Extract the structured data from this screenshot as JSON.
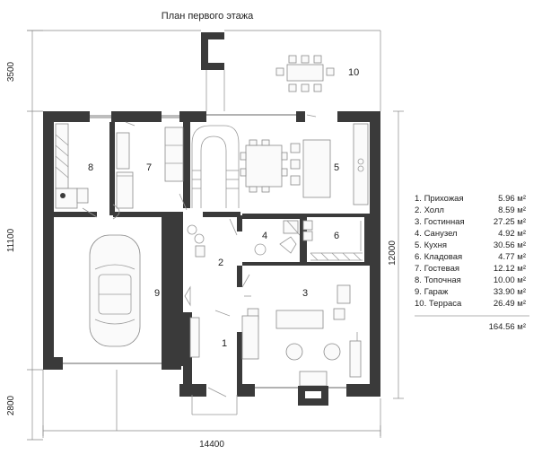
{
  "title": "План первого этажа",
  "dimensions": {
    "top_offset": "3500",
    "height": "11100",
    "bottom_offset": "2800",
    "width": "14400",
    "right_height": "12000"
  },
  "rooms": [
    {
      "num": "1",
      "name": "Прихожая",
      "area": "5.96 м²"
    },
    {
      "num": "2",
      "name": "Холл",
      "area": "8.59 м²"
    },
    {
      "num": "3",
      "name": "Гостинная",
      "area": "27.25 м²"
    },
    {
      "num": "4",
      "name": "Санузел",
      "area": "4.92 м²"
    },
    {
      "num": "5",
      "name": "Кухня",
      "area": "30.56 м²"
    },
    {
      "num": "6",
      "name": "Кладовая",
      "area": "4.77 м²"
    },
    {
      "num": "7",
      "name": "Гостевая",
      "area": "12.12 м²"
    },
    {
      "num": "8",
      "name": "Топочная",
      "area": "10.00 м²"
    },
    {
      "num": "9",
      "name": "Гараж",
      "area": "33.90 м²"
    },
    {
      "num": "10",
      "name": "Терраса",
      "area": "26.49 м²"
    }
  ],
  "total_area": "164.56 м²",
  "colors": {
    "wall": "#3a3a3a",
    "line": "#666666",
    "text": "#222222"
  }
}
